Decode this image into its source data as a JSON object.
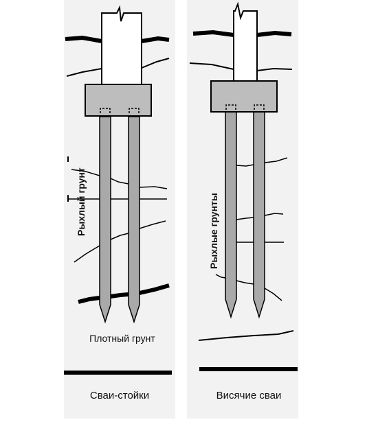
{
  "left_panel": {
    "soil_label": "Рыхлый грунт",
    "dense_soil_label": "Плотный грунт",
    "caption": "Сваи-стойки"
  },
  "right_panel": {
    "soil_label": "Рыхлые грунты",
    "caption": "Висячие сваи"
  },
  "colors": {
    "panel_bg": "#f2f2f2",
    "pile_fill": "#a9a9a9",
    "cap_fill": "#bdbdbd",
    "line": "#000000"
  }
}
